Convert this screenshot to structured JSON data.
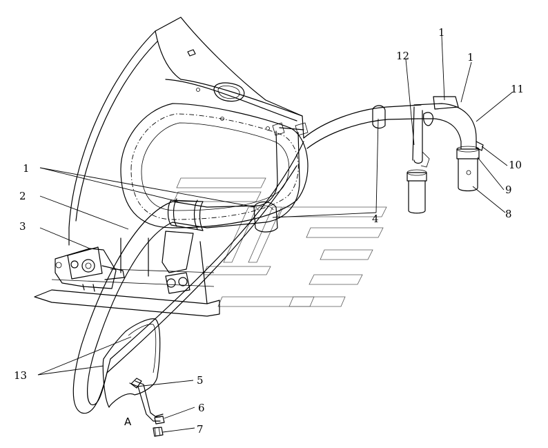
{
  "callouts": {
    "c1_top_left": "1",
    "c1_top_right": "1",
    "c1_left": "1",
    "c2": "2",
    "c3": "3",
    "c4": "4",
    "c5": "5",
    "c6": "6",
    "c7": "7",
    "c8": "8",
    "c9": "9",
    "c10": "10",
    "c11": "11",
    "c12": "12",
    "c13": "13"
  },
  "view_label": "A"
}
